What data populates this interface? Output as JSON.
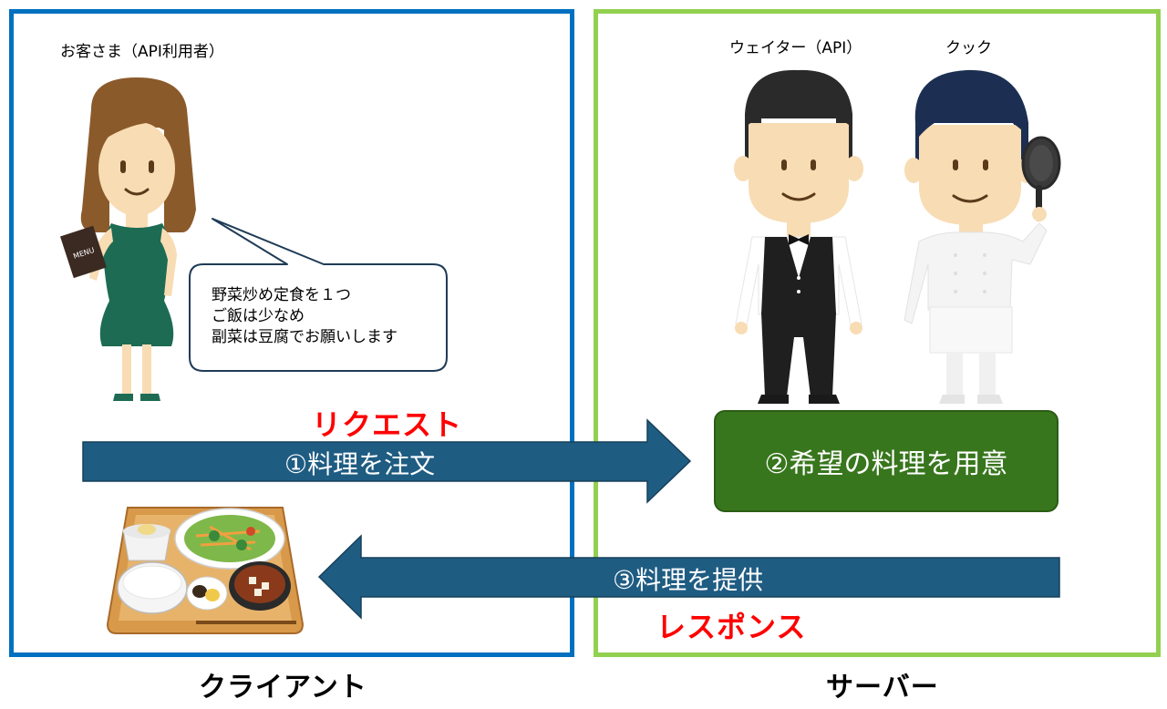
{
  "client": {
    "customer_label": "お客さま（API利用者）",
    "menu_text": "MENU",
    "bubble_lines": [
      "野菜炒め定食を１つ",
      "ご飯は少なめ",
      "副菜は豆腐でお願いします"
    ],
    "title": "クライアント"
  },
  "server": {
    "waiter_label": "ウェイター（API）",
    "cook_label": "クック",
    "prep_text": "②希望の料理を用意",
    "title": "サーバー"
  },
  "flow": {
    "request_label": "リクエスト",
    "request_text": "①料理を注文",
    "response_label": "レスポンス",
    "response_text": "③料理を提供"
  },
  "colors": {
    "client_border": "#0070c0",
    "server_border": "#92d050",
    "arrow_fill": "#1f5c82",
    "prep_fill": "#38761d",
    "label_red": "#ff0000"
  },
  "icons": [
    "customer-woman-icon",
    "waiter-icon",
    "cook-icon",
    "meal-tray-icon",
    "speech-bubble-icon"
  ]
}
